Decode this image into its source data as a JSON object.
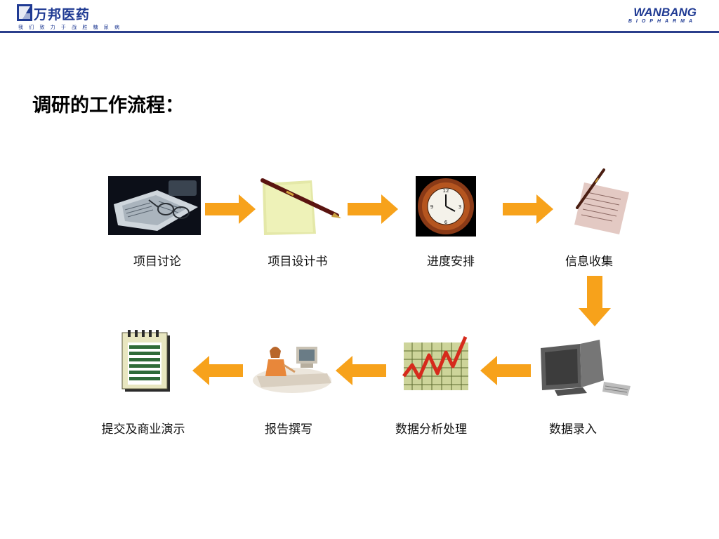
{
  "header": {
    "logo_cn": "万邦医药",
    "slogan": "我 们 致 力 于 战 胜 糖 尿 病",
    "logo_en": "WANBANG",
    "logo_en_sub": "BIOPHARMA"
  },
  "title": "调研的工作流程：",
  "steps": [
    {
      "label": "项目讨论",
      "icon": "newspaper-glasses-icon"
    },
    {
      "label": "项目设计书",
      "icon": "pen-notepad-icon"
    },
    {
      "label": "进度安排",
      "icon": "clock-icon"
    },
    {
      "label": "信息收集",
      "icon": "document-pen-icon"
    },
    {
      "label": "数据录入",
      "icon": "computer-monitor-icon"
    },
    {
      "label": "数据分析处理",
      "icon": "growth-chart-icon"
    },
    {
      "label": "报告撰写",
      "icon": "person-at-desk-icon"
    },
    {
      "label": "提交及商业演示",
      "icon": "notepad-icon"
    }
  ],
  "colors": {
    "arrow": "#f7a21b",
    "brand": "#1f3a93"
  }
}
